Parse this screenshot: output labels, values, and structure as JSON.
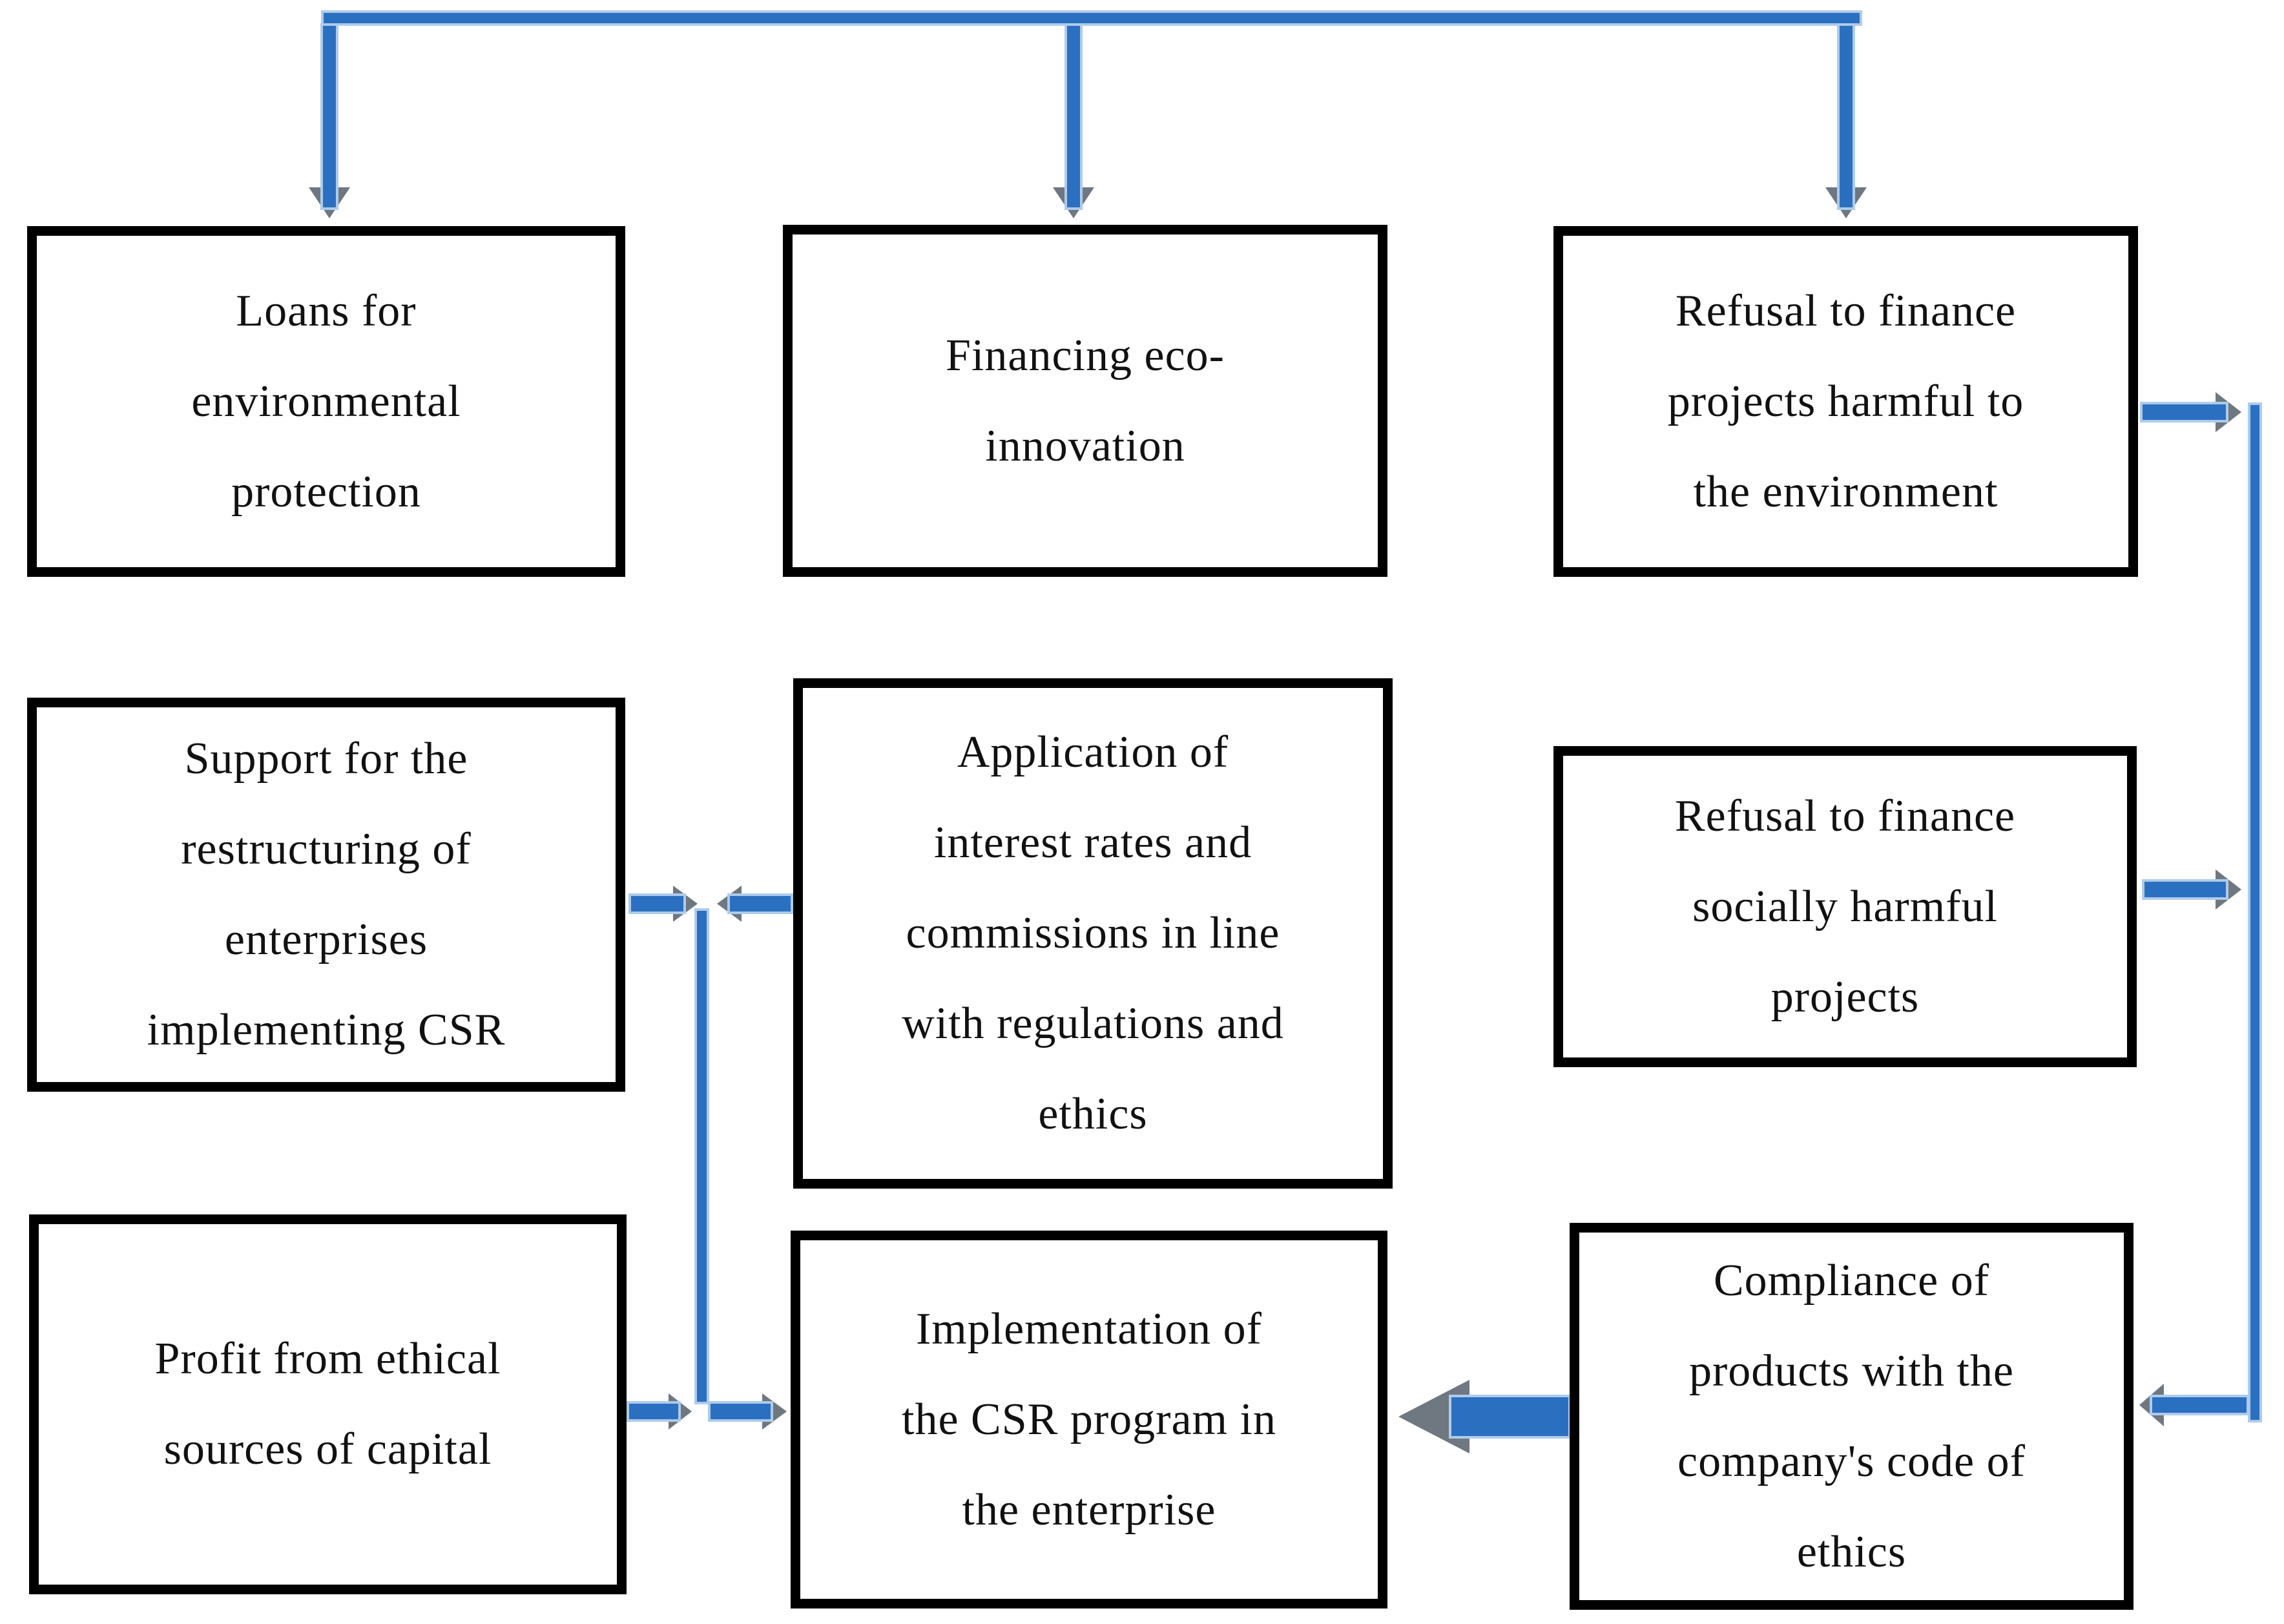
{
  "diagram": {
    "boxes": [
      {
        "id": "loans",
        "label": "Loans for\nenvironmental\nprotection"
      },
      {
        "id": "eco_innovation",
        "label": "Financing eco-\ninnovation"
      },
      {
        "id": "refusal_environment",
        "label": "Refusal to finance\nprojects harmful to\nthe environment"
      },
      {
        "id": "restructuring_support",
        "label": "Support for the\nrestructuring of\nenterprises\nimplementing CSR"
      },
      {
        "id": "interest_rates",
        "label": "Application of\ninterest rates and\ncommissions in line\nwith regulations and\nethics"
      },
      {
        "id": "refusal_social",
        "label": "Refusal to finance\nsocially harmful\nprojects"
      },
      {
        "id": "ethical_profit",
        "label": "Profit from ethical\nsources of capital"
      },
      {
        "id": "csr_implementation",
        "label": "Implementation of\nthe CSR program in\nthe enterprise"
      },
      {
        "id": "code_compliance",
        "label": "Compliance of\nproducts with the\ncompany's code of\nethics"
      }
    ],
    "connectors": [
      {
        "from": "top-branch",
        "to": "loans",
        "direction": "down"
      },
      {
        "from": "top-branch",
        "to": "eco_innovation",
        "direction": "down"
      },
      {
        "from": "top-branch",
        "to": "refusal_environment",
        "direction": "down"
      },
      {
        "from": "refusal_environment",
        "to": "right-rail",
        "direction": "right"
      },
      {
        "from": "refusal_social",
        "to": "right-rail",
        "direction": "right"
      },
      {
        "from": "right-rail",
        "to": "code_compliance",
        "direction": "left"
      },
      {
        "from": "code_compliance",
        "to": "csr_implementation",
        "direction": "left"
      },
      {
        "from": "restructuring_support",
        "to": "center-rail",
        "direction": "right"
      },
      {
        "from": "interest_rates",
        "to": "center-rail",
        "direction": "left"
      },
      {
        "from": "ethical_profit",
        "to": "center-rail",
        "direction": "right"
      },
      {
        "from": "center-rail",
        "to": "csr_implementation",
        "direction": "right"
      }
    ],
    "colors": {
      "arrow_shaft": "#2B6FC0",
      "arrow_shaft_edge": "#AECBEA",
      "arrow_head": "#6F7780",
      "box_border": "#000000",
      "text": "#111111",
      "background": "#FFFFFF"
    }
  }
}
